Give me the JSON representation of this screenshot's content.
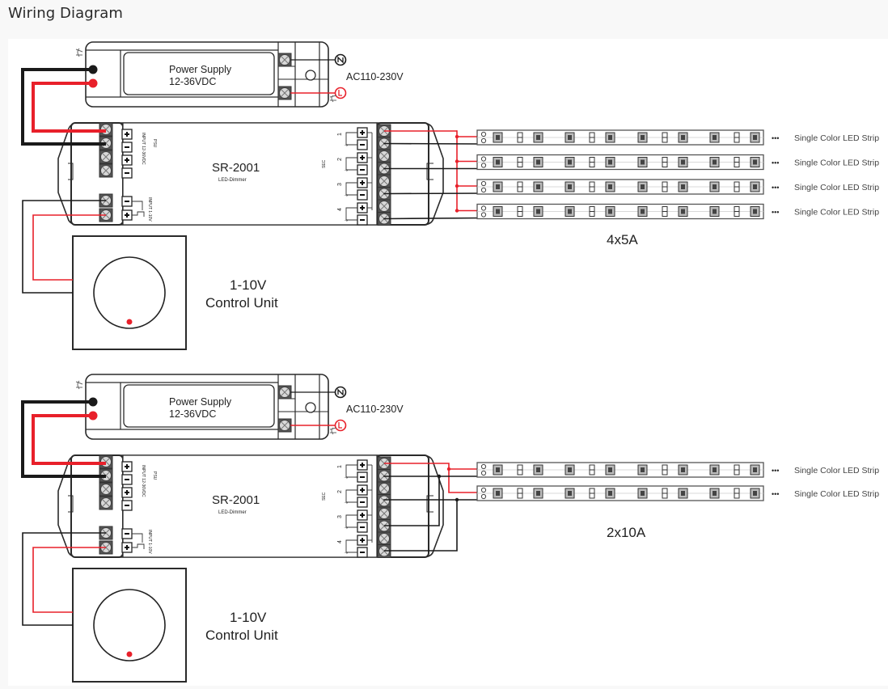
{
  "page": {
    "title": "Wiring Diagram"
  },
  "colors": {
    "positive_wire": "#e8202a",
    "negative_wire": "#1a1a1a",
    "outline": "#2a2a2a"
  },
  "diagrams": [
    {
      "power_supply": {
        "name": "Power Supply",
        "voltage": "12-36VDC",
        "ac_input": "AC110-230V",
        "neutral_symbol": "N",
        "live_symbol": "L"
      },
      "controller": {
        "model": "SR-2001",
        "subtitle": "LED-Dimmer",
        "input_label": "PSU",
        "input_voltage_label": "INPUT 12-36VDC",
        "control_label": "INPUT 1-10V",
        "output_label": "SEC",
        "channels": [
          "1",
          "2",
          "3",
          "4"
        ],
        "input_terminals": [
          "+",
          "−",
          "+",
          "−"
        ],
        "control_terminals": [
          "−",
          "+"
        ]
      },
      "control_unit": {
        "line1": "1-10V",
        "line2": "Control Unit"
      },
      "configuration": "4x5A",
      "strips": [
        {
          "label": "Single Color LED Strip"
        },
        {
          "label": "Single Color LED Strip"
        },
        {
          "label": "Single Color LED Strip"
        },
        {
          "label": "Single Color LED Strip"
        }
      ]
    },
    {
      "power_supply": {
        "name": "Power Supply",
        "voltage": "12-36VDC",
        "ac_input": "AC110-230V",
        "neutral_symbol": "N",
        "live_symbol": "L"
      },
      "controller": {
        "model": "SR-2001",
        "subtitle": "LED-Dimmer",
        "input_label": "PSU",
        "input_voltage_label": "INPUT 12-36VDC",
        "control_label": "INPUT 1-10V",
        "output_label": "SEC",
        "channels": [
          "1",
          "2",
          "3",
          "4"
        ],
        "input_terminals": [
          "+",
          "−",
          "+",
          "−"
        ],
        "control_terminals": [
          "−",
          "+"
        ]
      },
      "control_unit": {
        "line1": "1-10V",
        "line2": "Control Unit"
      },
      "configuration": "2x10A",
      "strips": [
        {
          "label": "Single Color LED Strip"
        },
        {
          "label": "Single Color LED Strip"
        }
      ]
    }
  ],
  "icons": {
    "more": "•••"
  }
}
